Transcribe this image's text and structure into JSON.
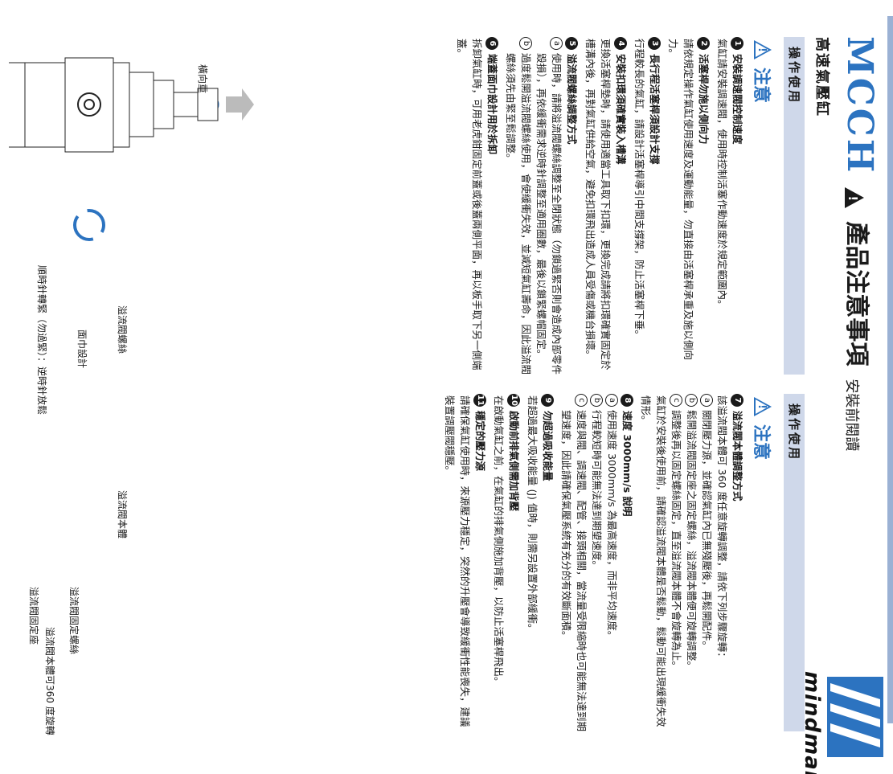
{
  "header": {
    "brand": "MCCH",
    "title": "產品注意事項",
    "title_sub": "安裝前閱讀",
    "subtitle": "高速氣壓缸",
    "logo_text": "mindman"
  },
  "colors": {
    "accent": "#2c73c0",
    "bar": "#cfd8ea",
    "rule": "#9bb1d4"
  },
  "left": {
    "bar_label": "操作使用",
    "caution": "注意",
    "items": [
      {
        "n": "1",
        "title": "安裝調速閥控制速度",
        "body": "氣缸請安裝調速閥，使用時控制活塞作動速度於規定範圍內。"
      },
      {
        "n": "2",
        "title": "活塞桿勿施以側向力",
        "body": "請依規定操作氣缸使用速度及運動能量，勿直接由活塞桿承重及施以側向力。"
      },
      {
        "n": "3",
        "title": "長行程活塞桿須設計支撐",
        "body": "行程較長的氣缸，請設計活塞桿導引中間支撐架，防止活塞桿下垂。"
      },
      {
        "n": "4",
        "title": "安裝扣環須確實裝入槽溝",
        "body": "更換活塞桿墊時，請使用適當工具取下扣環，更換完成請將扣環確實固定於槽溝內後，再對氣缸供給空氣，避免扣環飛出造成人員受傷或機台損壞。"
      },
      {
        "n": "5",
        "title": "溢流閥螺絲調整方式",
        "subs": [
          {
            "mark": "a",
            "text": "使用時，請將溢流閥螺絲調整至全閉狀態（勿鎖過緊否則會造成內部零件毀損），再依緩衝需求逆時針調整至適用圈數，最後以鎖緊螺帽固定。"
          },
          {
            "mark": "b",
            "text": "過度鬆開溢流閥螺絲使用，會使緩衝失效，並減短氣缸壽命，因此溢流閥螺絲須先由緊至鬆調整。"
          }
        ]
      },
      {
        "n": "6",
        "title": "端蓋面巾設計用於拆卸",
        "body": "拆卸氣缸時，可用老虎鉗固定前蓋或後蓋兩側平面，再以板手取下另一側端蓋。"
      }
    ]
  },
  "right": {
    "bar_label": "操作使用",
    "caution": "注意",
    "items": [
      {
        "n": "7",
        "title": "溢流閥本體調整方式",
        "body": "該溢流閥本體可 360 度任意旋轉調整，請依下列步驟旋轉：",
        "subs": [
          {
            "mark": "a",
            "text": "關閉壓力源，並確認氣缸內已無殘壓後，再鬆開配件。"
          },
          {
            "mark": "b",
            "text": "鬆開溢流閥固定座之固定螺絲，溢流閥本體便可旋轉調整。"
          },
          {
            "mark": "c",
            "text": "調整後再以固定螺絲固定，直至溢流閥本體不會旋轉為止。"
          }
        ],
        "after": "氣缸於安裝後使用前，請確認溢流閥本體是否鬆動，鬆動可能出現緩衝失效情形。"
      },
      {
        "n": "8",
        "title": "速度 3000mm/s 說明",
        "subs": [
          {
            "mark": "a",
            "text": "使用速度 3000mm/s 為最高速度，而非平均速度。"
          },
          {
            "mark": "b",
            "text": "行程較短時可能無法達到期望速度。"
          },
          {
            "mark": "c",
            "text": "速度與閥、調速閥、配管、接頭相關，當流量受限縮時也可能無法達到期望速度，因此請確保氣壓系統有充分的有效斷面積。"
          }
        ]
      },
      {
        "n": "9",
        "title": "勿超過吸收能量",
        "body": "若超過最大吸收能量 (J) 值時，則需另設置外部緩衝。"
      },
      {
        "n": "10",
        "title": "啟動前排氣側需加背壓",
        "body": "在啟動氣缸之前，在氣缸的排氣側施加背壓，以防止活塞桿飛出。"
      },
      {
        "n": "11",
        "title": "穩定的壓力源",
        "body": "請確保氣缸使用時，來源壓力穩定，突然的升壓會導致緩衝性能喪失，建議裝置調壓閥穩壓。"
      }
    ]
  },
  "diagram": {
    "no_load": "橫向重",
    "labels": {
      "valve_screw": "溢流閥螺絲",
      "end_face": "面巾設計",
      "valve_body": "溢流閥本體",
      "fixing_screw": "溢流閥固定螺絲",
      "fixing_seat": "溢流閥固定座",
      "rotate_note": "溢流閥本體可360 度旋轉",
      "clockwise": "順時針轉緊（勿過緊）：逆時針放鬆"
    }
  }
}
